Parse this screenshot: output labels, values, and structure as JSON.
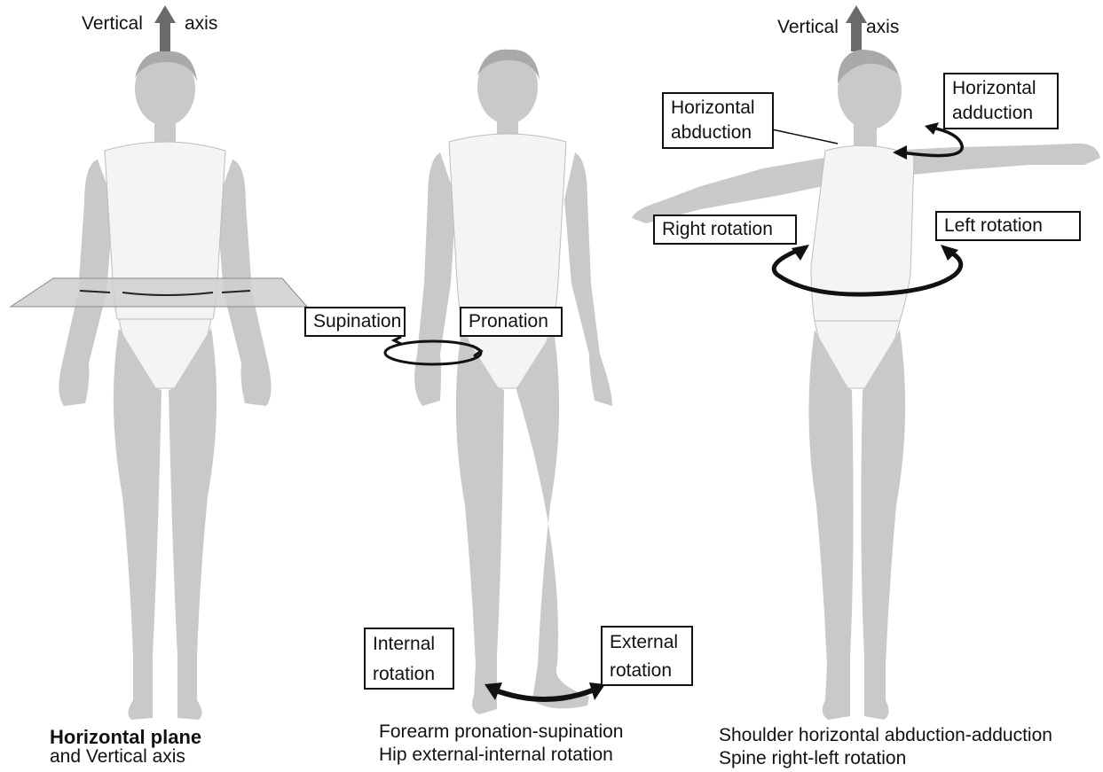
{
  "figure_1": {
    "axis_left": "Vertical",
    "axis_right": "axis",
    "caption_title": "Horizontal plane",
    "caption_sub": "and Vertical axis"
  },
  "figure_2": {
    "supination": "Supination",
    "pronation": "Pronation",
    "internal_line1": "Internal",
    "internal_line2": "rotation",
    "external_line1": "External",
    "external_line2": "rotation",
    "caption_line1": "Forearm pronation-supination",
    "caption_line2": "Hip external-internal rotation"
  },
  "figure_3": {
    "axis_left": "Vertical",
    "axis_right": "axis",
    "horiz_abd_line1": "Horizontal",
    "horiz_abd_line2": "abduction",
    "horiz_add_line1": "Horizontal",
    "horiz_add_line2": "adduction",
    "right_rotation": "Right rotation",
    "left_rotation": "Left rotation",
    "caption_line1": "Shoulder horizontal abduction-adduction",
    "caption_line2": "Spine right-left rotation"
  },
  "colors": {
    "skin": "#c9c9c9",
    "skin_dark": "#a9a9a9",
    "suit": "#f4f4f4",
    "plane": "#cfcfcf",
    "arrow": "#111111",
    "axis_arrow": "#6a6a6a"
  }
}
